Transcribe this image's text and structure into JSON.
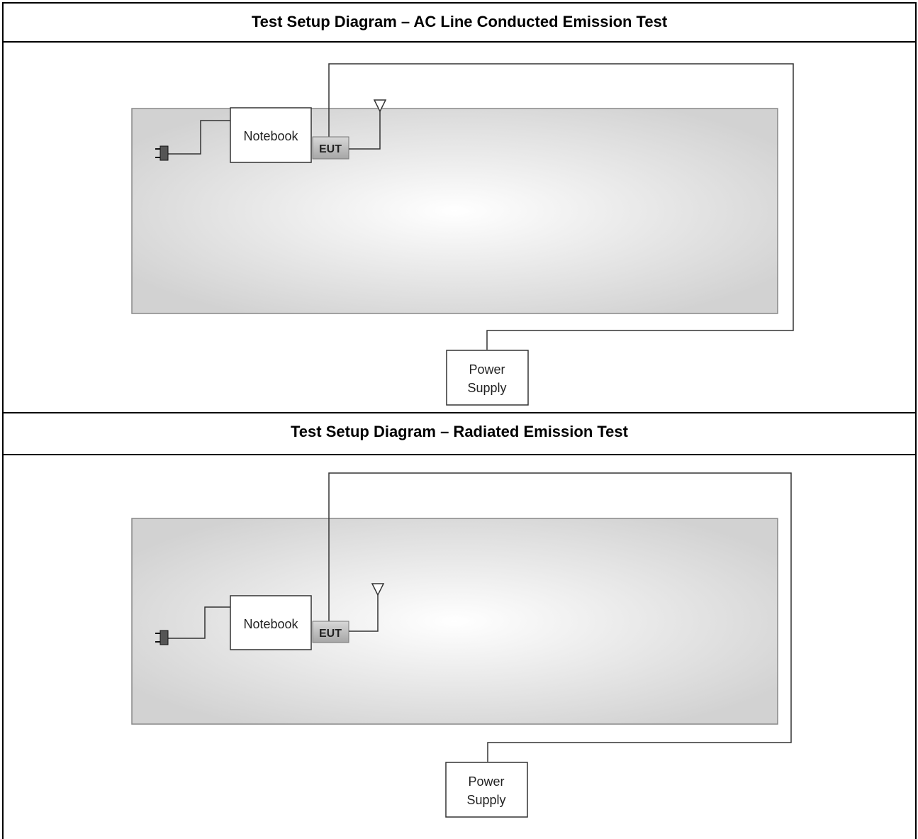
{
  "diagrams": [
    {
      "title": "Test Setup Diagram – AC Line Conducted Emission Test",
      "notebook_label": "Notebook",
      "eut_label": "EUT",
      "power_supply_line1": "Power",
      "power_supply_line2": "Supply"
    },
    {
      "title": "Test Setup Diagram – Radiated Emission Test",
      "notebook_label": "Notebook",
      "eut_label": "EUT",
      "power_supply_line1": "Power",
      "power_supply_line2": "Supply"
    }
  ]
}
